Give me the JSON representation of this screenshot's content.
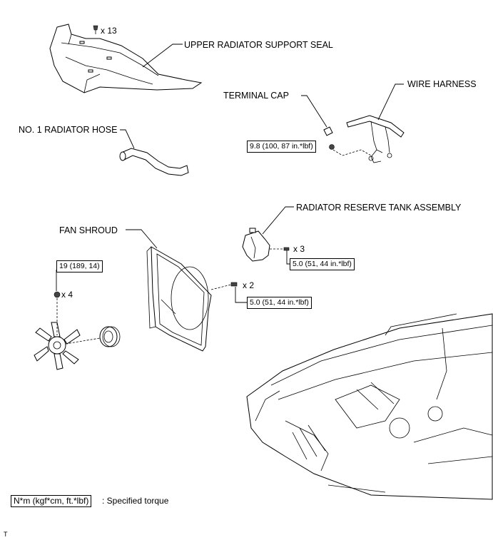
{
  "labels": {
    "upper_seal": "UPPER RADIATOR SUPPORT SEAL",
    "wire_harness": "WIRE HARNESS",
    "terminal_cap": "TERMINAL CAP",
    "radiator_hose": "NO. 1 RADIATOR HOSE",
    "reserve_tank": "RADIATOR RESERVE TANK ASSEMBLY",
    "fan_shroud": "FAN SHROUD"
  },
  "quantities": {
    "clip_seal": "x 13",
    "bolt_tank": "x 3",
    "bolt_shroud": "x 2",
    "nut_fan": "x 4"
  },
  "torques": {
    "terminal": "9.8 (100, 87 in.*lbf)",
    "tank": "5.0 (51, 44 in.*lbf)",
    "fan": "19 (189, 14)",
    "shroud": "5.0 (51, 44 in.*lbf)"
  },
  "legend": {
    "box": "N*m (kgf*cm, ft.*lbf)",
    "text": ": Specified torque"
  },
  "corner_mark": "T"
}
